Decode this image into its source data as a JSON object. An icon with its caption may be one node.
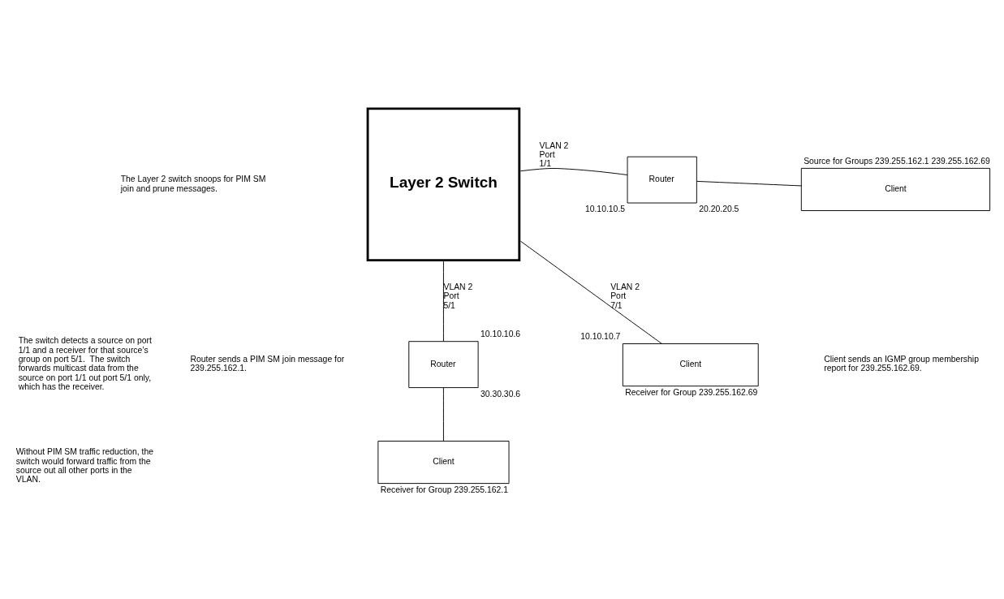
{
  "diagram": {
    "nodes": [
      {
        "text": [
          "Layer 2 Switch"
        ]
      },
      {
        "text": [
          "Router"
        ],
        "beside": [
          "10.10.10.5",
          "20.20.20.5"
        ]
      },
      {
        "text": [
          "Router"
        ],
        "beside": [
          "10.10.10.6",
          "30.30.30.6"
        ]
      },
      {
        "text": [
          "Client"
        ],
        "beside": [
          "10.10.10.7",
          "Receiver for Group 239.255.162.69"
        ]
      },
      {
        "text": [
          "Client"
        ],
        "beside": [
          "Source for Groups 239.255.162.1 239.255.162.69"
        ]
      },
      {
        "text": [
          "Client"
        ],
        "beside": [
          "Receiver for Group 239.255.162.1"
        ]
      }
    ],
    "edges": [
      {
        "from": 0,
        "to": 1,
        "arrow": "none",
        "label": "VLAN 2 Port 1/1"
      },
      {
        "from": 1,
        "to": 4,
        "arrow": "none"
      },
      {
        "from": 0,
        "to": 2,
        "arrow": "none",
        "label": "VLAN 2 Port 5/1"
      },
      {
        "from": 2,
        "to": 5,
        "arrow": "none"
      },
      {
        "from": 0,
        "to": 3,
        "arrow": "none",
        "label": "VLAN 2 Port 7/1"
      }
    ],
    "labels": [
      "The Layer 2 switch snoops for PIM SM join and prune messages.",
      "The switch detects a source on port 1/1 and a receiver for that source’s group on port 5/1.  The switch forwards multicast data from the source on port 1/1 out port 5/1 only, which has the receiver.",
      "Without PIM SM traffic reduction, the switch would forward traffic from the source out all other ports in the VLAN.",
      "Router sends a PIM SM join message for 239.255.162.1.",
      "Client sends an IGMP group membership report for 239.255.162.69."
    ]
  }
}
